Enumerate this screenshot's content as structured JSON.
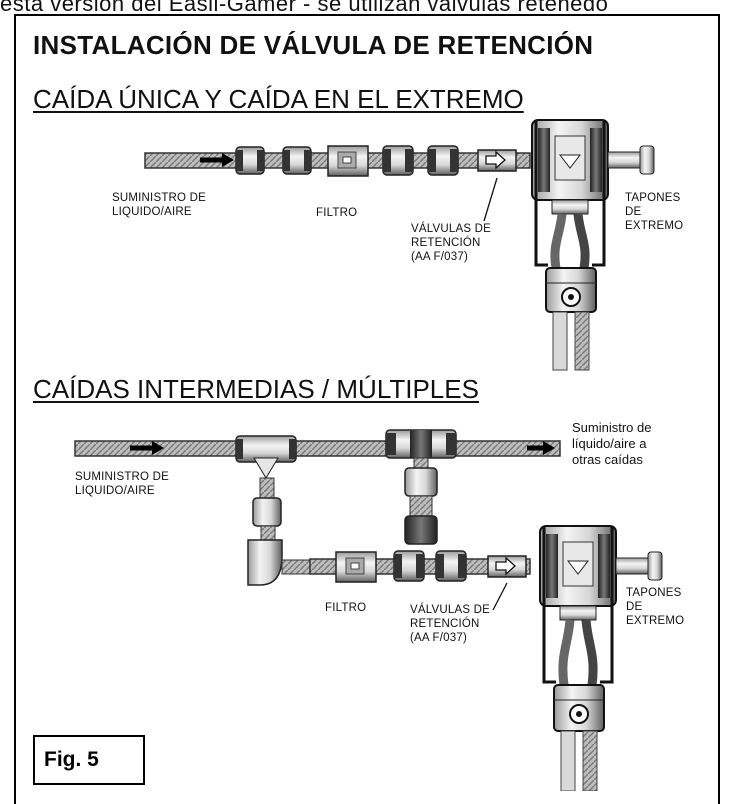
{
  "header_fragment": "esta versión del Easii-Gamer - se utilizan válvulas retenedo",
  "title": "INSTALACIÓN DE VÁLVULA DE RETENCIÓN",
  "section_single": {
    "heading": "CAÍDA ÚNICA Y CAÍDA EN EL EXTREMO",
    "supply_label": "SUMINISTRO DE\nLIQUIDO/AIRE",
    "filter_label": "FILTRO",
    "check_valves_label": "VÁLVULAS DE\nRETENCIÓN\n(AA F/037)",
    "end_caps_label": "TAPONES\nDE\nEXTREMO"
  },
  "section_multiple": {
    "heading": "CAÍDAS INTERMEDIAS / MÚLTIPLES",
    "supply_label": "SUMINISTRO DE\nLIQUIDO/AIRE",
    "other_drops_label": "Suministro de\nlíquido/aire a\notras caídas",
    "filter_label": "FILTRO",
    "check_valves_label": "VÁLVULAS DE\nRETENCIÓN\n(AA F/037)",
    "end_caps_label": "TAPONES\nDE\nEXTREMO"
  },
  "figure_label": "Fig. 5",
  "icons": [
    "flow-arrow-icon",
    "check-valve-arrow-icon",
    "filter-icon",
    "drop-manifold-icon"
  ]
}
